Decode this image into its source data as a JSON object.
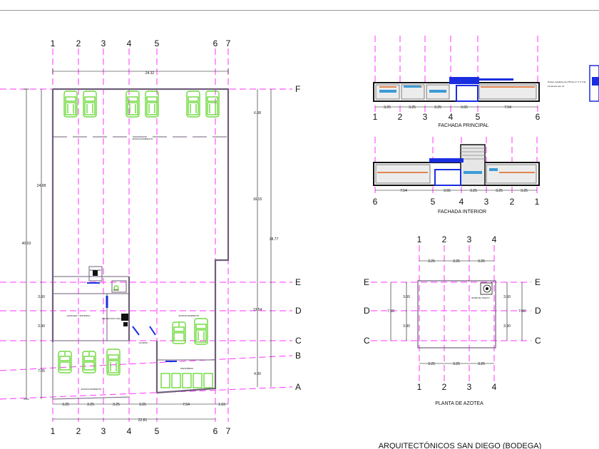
{
  "main_plan": {
    "axes_vertical": [
      "1",
      "2",
      "3",
      "4",
      "5",
      "6",
      "7"
    ],
    "axes_horizontal": [
      "F",
      "E",
      "D",
      "C",
      "B",
      "A"
    ],
    "dim_top_total": "24.32",
    "dim_bottom_total": "22.81",
    "dim_bottom_segments": [
      "3.25",
      "3.25",
      "3.25",
      "3.25",
      "7.54",
      "1.63"
    ],
    "dim_left_total": "40.03",
    "dim_left_upper": "24.98",
    "dim_left_segments": [
      "3.60",
      "3.90",
      "7.05"
    ],
    "dim_right_segments": [
      "6.08",
      "16.15",
      "13.54",
      "4.00"
    ],
    "dim_right_total": "38.77",
    "room_parking_top": "ESTACIONAMIENTO",
    "room_storage": "ALMACEN Y MATERIAL",
    "room_reception": "RECEPCION VIGILANCIA",
    "room_bath": "BAÑO",
    "room_stairs": "ESCALERA",
    "room_access": "ACCESO",
    "room_parking_right": "ESTACIONAMIENTO",
    "room_parking_left": "ESTACIONAMIENTO",
    "room_maneuvers": "MANIOBRAS"
  },
  "fachada_principal": {
    "title": "FACHADA PRINCIPAL",
    "axes": [
      "1",
      "2",
      "3",
      "4",
      "5",
      "6"
    ],
    "dims": [
      "3.25",
      "3.25",
      "3.25",
      "3.65",
      "7.54"
    ]
  },
  "fachada_interior": {
    "title": "FACHADA INTERIOR",
    "axes": [
      "6",
      "5",
      "4",
      "3",
      "2",
      "1"
    ],
    "dims": [
      "7.54",
      "3.65",
      "3.25",
      "3.25",
      "3.25"
    ]
  },
  "azotea": {
    "title": "PLANTA DE AZOTEA",
    "axes_vertical": [
      "1",
      "2",
      "3",
      "4"
    ],
    "axes_horizontal": [
      "E",
      "D",
      "C"
    ],
    "dims_top": [
      "3.25",
      "3.25",
      "3.25"
    ],
    "dims_bottom": [
      "3.25",
      "3.25",
      "3.25"
    ],
    "dims_side": [
      "3.60",
      "3.90"
    ],
    "dim_total_side": "7.50",
    "tank_label": "BASE DE TINACO"
  },
  "notes": {
    "line1": "Postes metalicos de PTR de 4\" X 4\" Cal.",
    "line2": "14 lamina Cal. 14"
  },
  "sheet_title": "ARQUITECTÓNICOS SAN DIEGO (BODEGA)",
  "colors": {
    "grid": "#ff33ff",
    "car": "#55d21c",
    "wall": "#6f5f7a",
    "accent": "#1a2ee0",
    "stripe": "#e0641e"
  }
}
